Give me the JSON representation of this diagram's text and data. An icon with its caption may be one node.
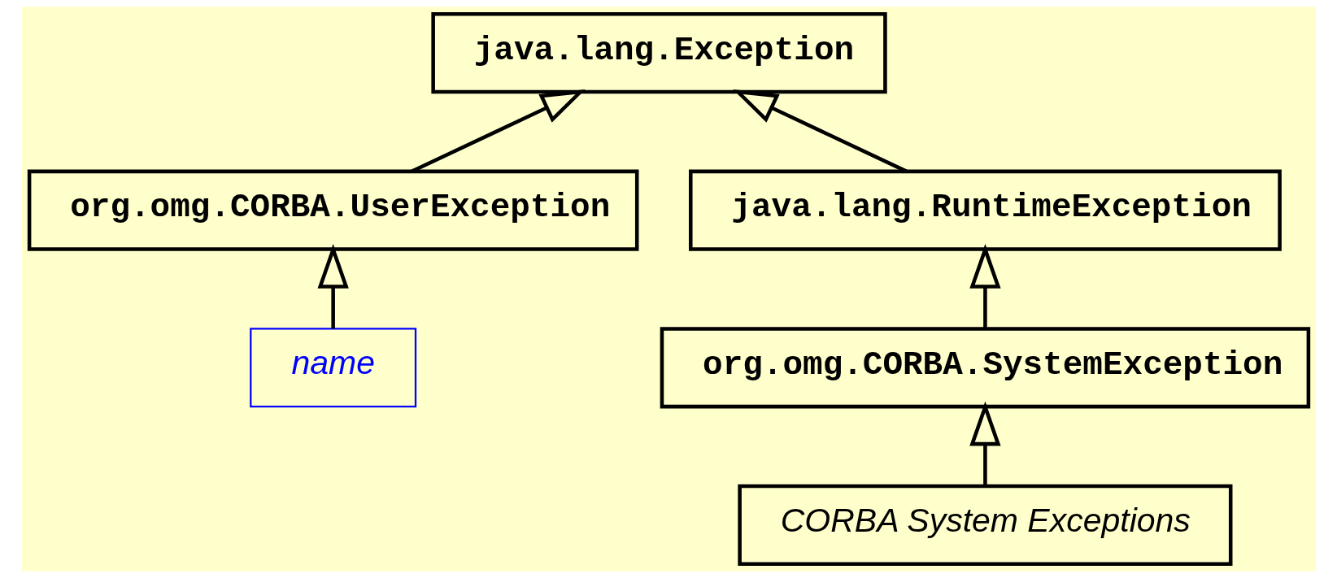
{
  "diagram": {
    "nodes": [
      {
        "text": [
          "java.lang.Exception"
        ]
      },
      {
        "text": [
          "org.omg.CORBA.UserException"
        ]
      },
      {
        "text": [
          "java.lang.RuntimeException"
        ]
      },
      {
        "text": [
          "name"
        ]
      },
      {
        "text": [
          "org.omg.CORBA.SystemException"
        ]
      },
      {
        "text": [
          "CORBA System Exceptions"
        ]
      }
    ],
    "edges": [
      {
        "from": 1,
        "to": 0,
        "arrow": "to"
      },
      {
        "from": 2,
        "to": 0,
        "arrow": "to"
      },
      {
        "from": 3,
        "to": 1,
        "arrow": "to"
      },
      {
        "from": 4,
        "to": 2,
        "arrow": "to"
      },
      {
        "from": 5,
        "to": 4,
        "arrow": "to"
      }
    ]
  }
}
